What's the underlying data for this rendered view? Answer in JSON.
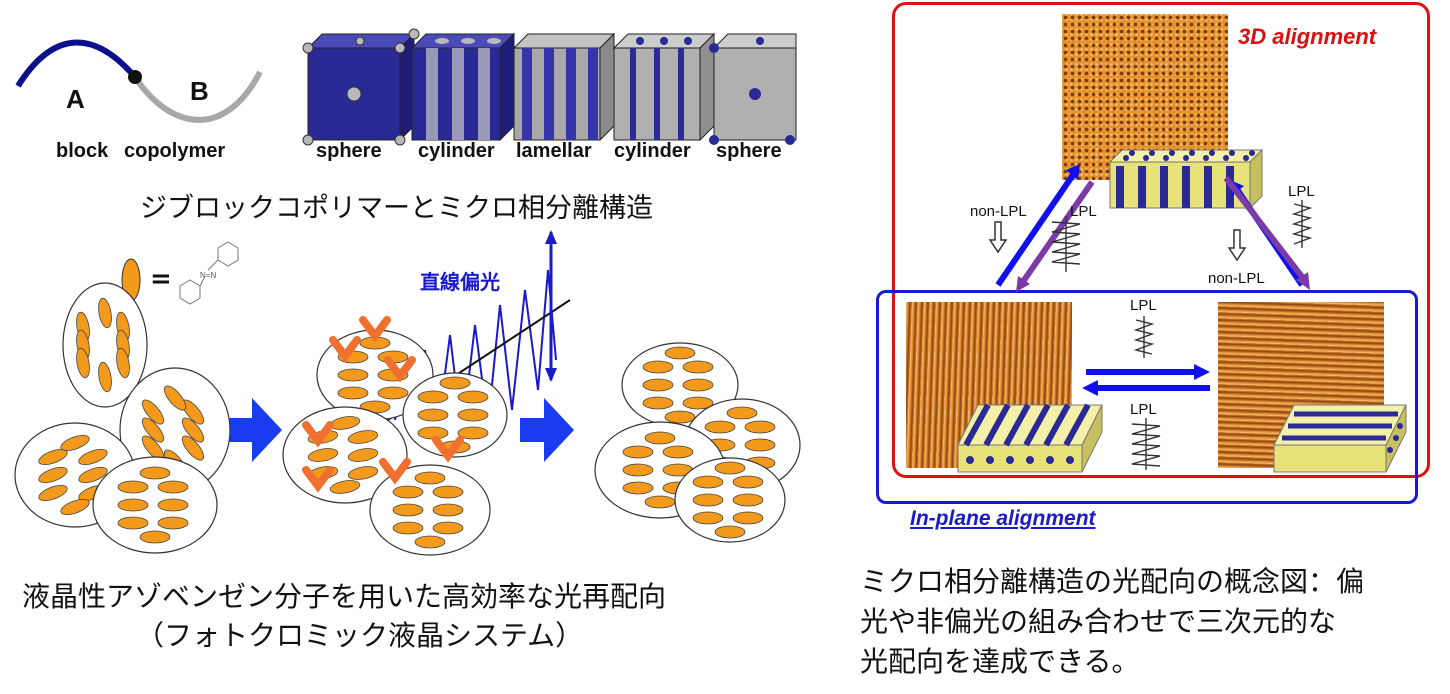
{
  "left_top": {
    "block_label_a": "A",
    "block_label_b": "B",
    "block_caption_1": "block",
    "block_caption_2": "copolymer",
    "phases": [
      "sphere",
      "cylinder",
      "lamellar",
      "cylinder",
      "sphere"
    ],
    "caption": "ジブロックコポリマーとミクロ相分離構造"
  },
  "left_bottom": {
    "equals": "=",
    "polarized_label": "直線偏光",
    "caption_line1": "液晶性アゾベンゼン分子を用いた高効率な光再配向",
    "caption_line2": "（フォトクロミック液晶システム）"
  },
  "right": {
    "title_3d": "3D alignment",
    "title_inplane": "In-plane alignment",
    "lpl": "LPL",
    "non_lpl": "non-LPL",
    "caption_line1": "ミクロ相分離構造の光配向の概念図：偏",
    "caption_line2": "光や非偏光の組み合わせで三次元的な",
    "caption_line3": "光配向を達成できる。"
  },
  "colors": {
    "block_a": "#0b0f8c",
    "block_b": "#a8a8a8",
    "arrow_blue": "#1010ee",
    "arrow_purple": "#7a3aa8",
    "mesogen": "#f39a1c",
    "frame_red": "#e01010",
    "frame_blue": "#1818d8",
    "title_red": "#d81010",
    "title_blue": "#1a1acc",
    "afm_orange": "#e09030"
  }
}
